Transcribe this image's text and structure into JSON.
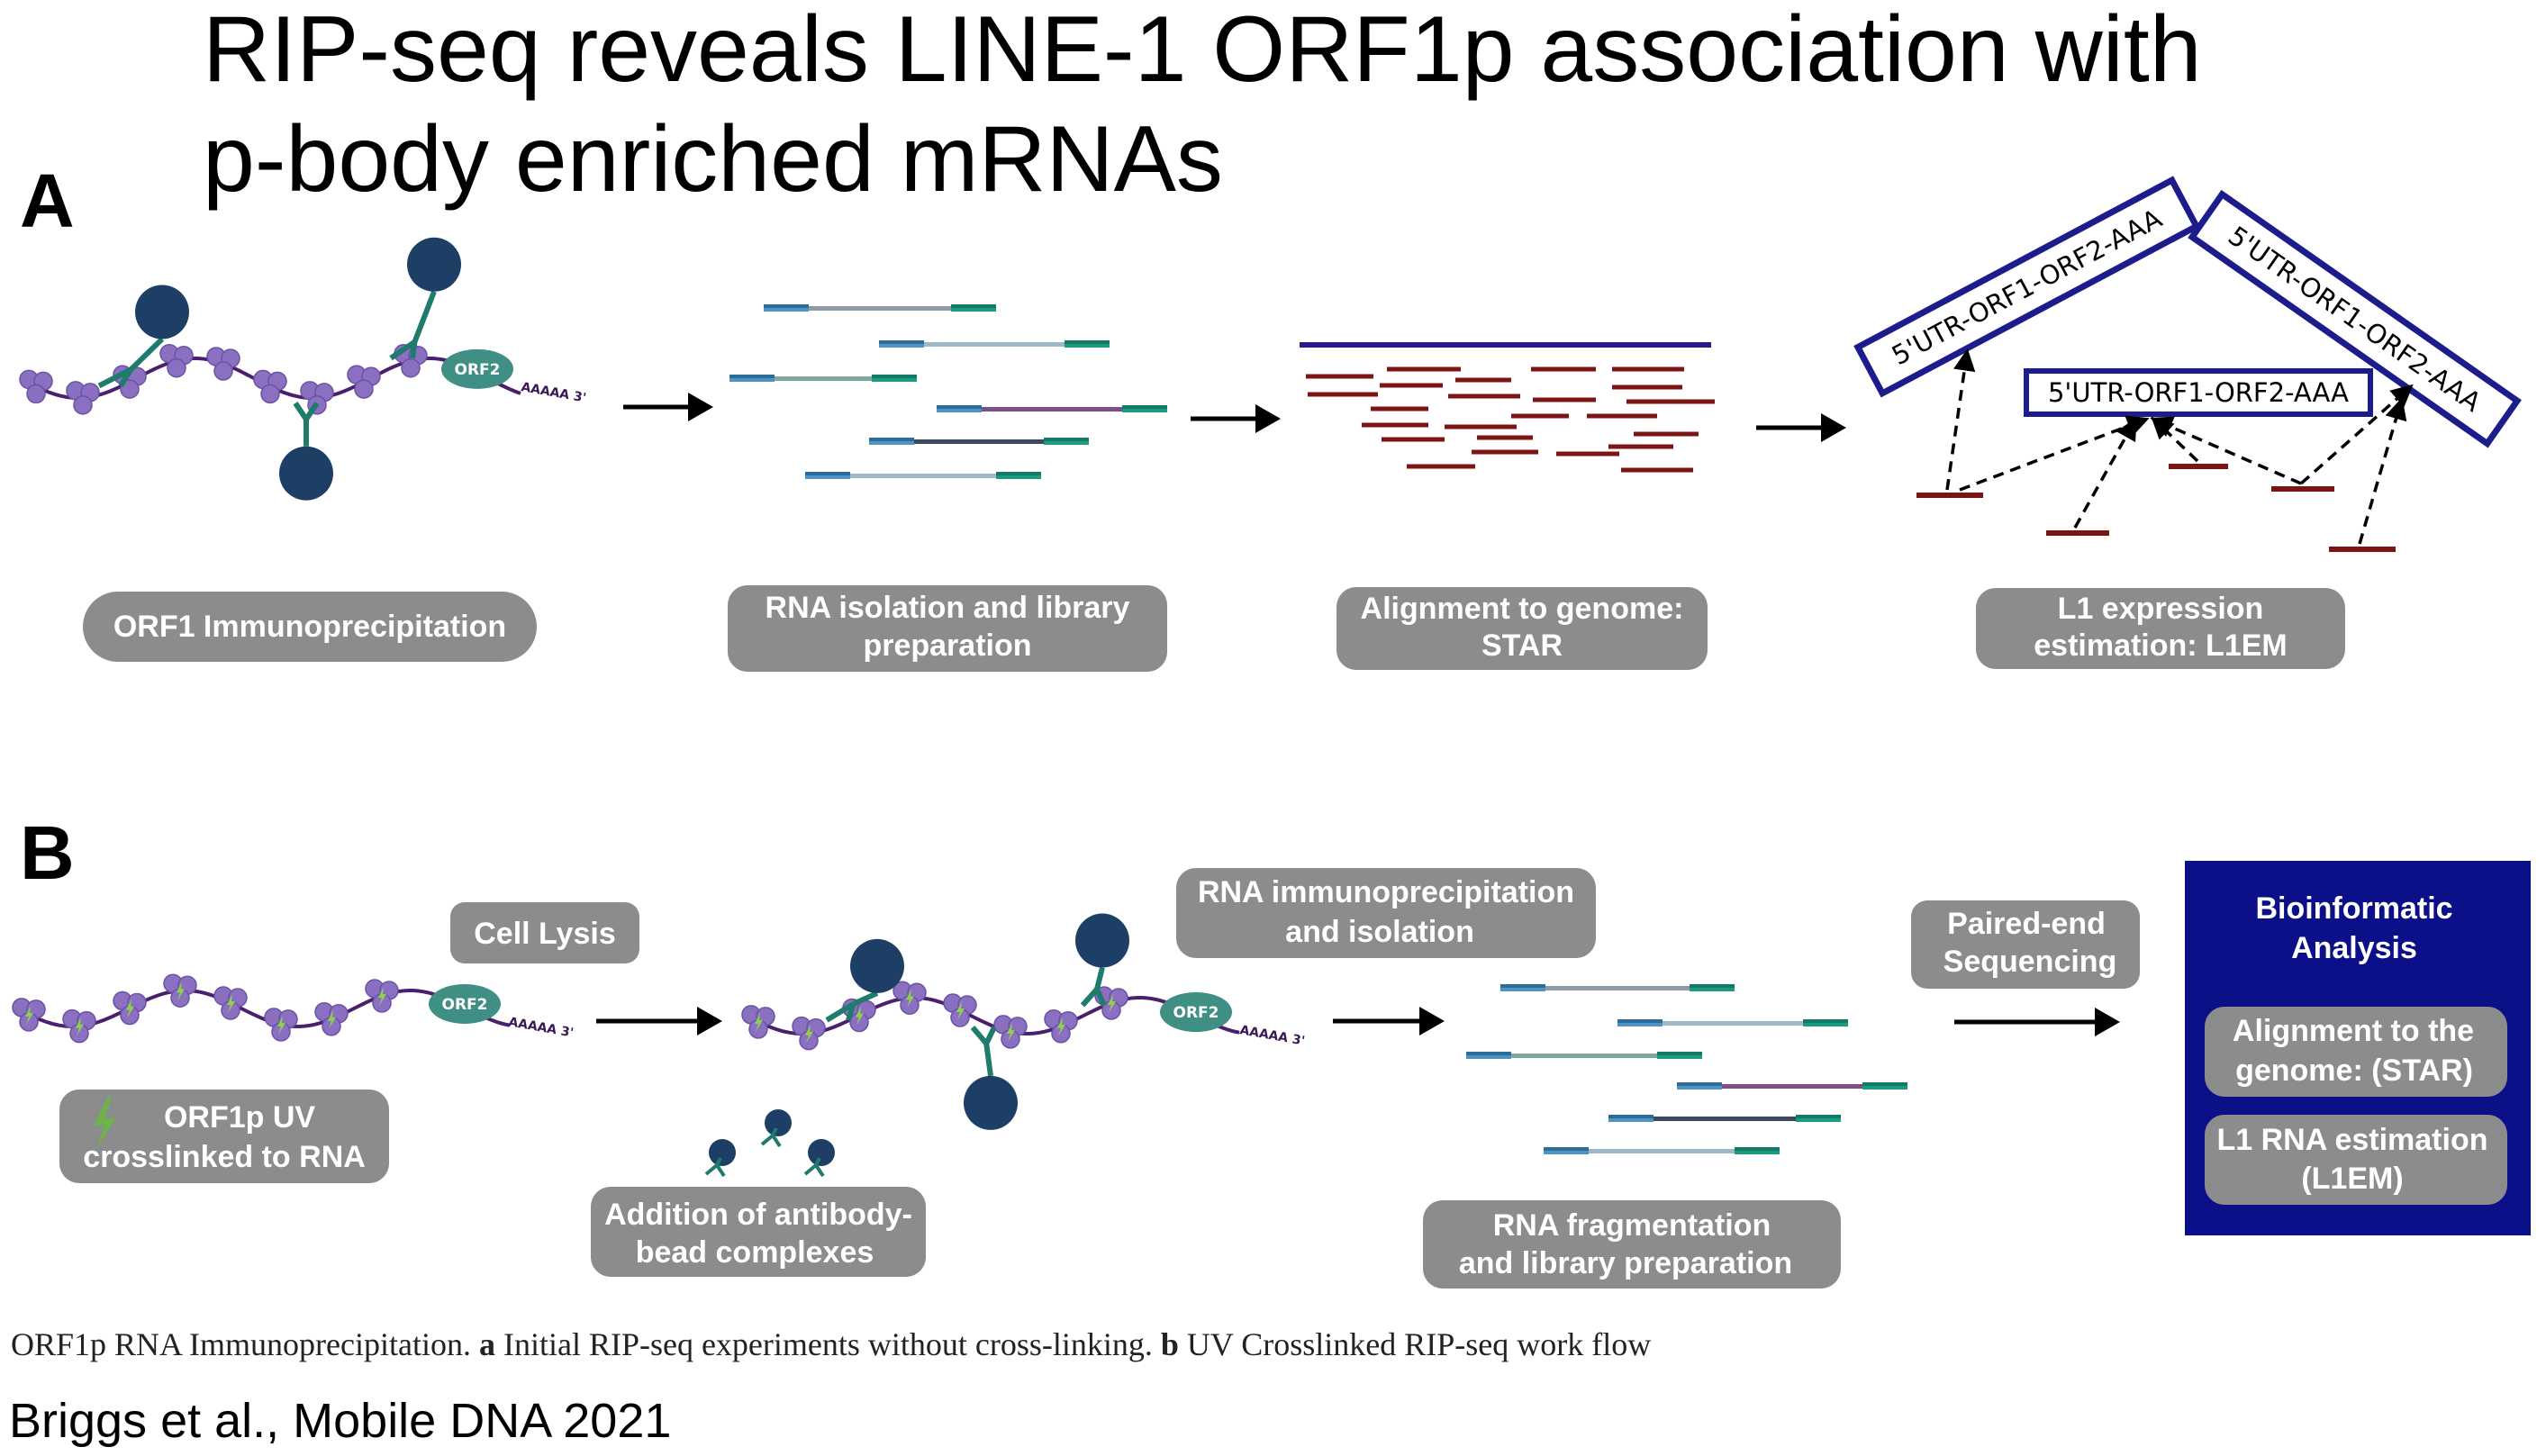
{
  "title": {
    "line1": "RIP-seq reveals LINE-1 ORF1p association with",
    "line2": "p-body enriched mRNAs"
  },
  "panel_a": {
    "letter": "A",
    "steps": [
      {
        "line1": "ORF1 Immunoprecipitation",
        "line2": ""
      },
      {
        "line1": "RNA isolation and library",
        "line2": "preparation"
      },
      {
        "line1": "Alignment to genome:",
        "line2": "STAR"
      },
      {
        "line1": "L1 expression",
        "line2": "estimation: L1EM"
      }
    ],
    "orf2_label": "ORF2",
    "polya_label": "AAAAA 3'",
    "transcript_boxes": [
      "5'UTR-ORF1-ORF2-AAA",
      "5'UTR-ORF1-ORF2-AAA",
      "5'UTR-ORF1-ORF2-AAA"
    ]
  },
  "panel_b": {
    "letter": "B",
    "cell_lysis": "Cell Lysis",
    "crosslink": {
      "line1": "ORF1p UV",
      "line2": "crosslinked to RNA"
    },
    "antibody": {
      "line1": "Addition of antibody-",
      "line2": "bead complexes"
    },
    "rip": {
      "line1": "RNA immunoprecipitation",
      "line2": "and isolation"
    },
    "fragmentation": {
      "line1": "RNA fragmentation",
      "line2": "and library preparation"
    },
    "sequencing": {
      "line1": "Paired-end",
      "line2": "Sequencing"
    },
    "orf2_label": "ORF2",
    "polya_label": "AAAAA 3'",
    "bioinformatic": {
      "title_line1": "Bioinformatic",
      "title_line2": "Analysis",
      "item1_line1": "Alignment to the",
      "item1_line2": "genome: (STAR)",
      "item2_line1": "L1 RNA estimation",
      "item2_line2": "(L1EM)"
    }
  },
  "caption": {
    "text1": "ORF1p RNA Immunoprecipitation.",
    "bold_a": "a",
    "text2": "Initial RIP-seq experiments without cross-linking.",
    "bold_b": "b",
    "text3": "UV Crosslinked RIP-seq work flow"
  },
  "credit": "Briggs et al., Mobile DNA 2021",
  "colors": {
    "pill": "#8c8c8c",
    "bead": "#1d3f66",
    "antibody": "#1f7b6c",
    "orf1": "#8b70c1",
    "rna": "#4a1f6e",
    "orf2": "#3f8f84",
    "read_blue": "#2d6c9a",
    "read_green": "#137a65",
    "read_light": "#9fb8c8",
    "genome_line": "#2b1a8f",
    "aligned_read": "#7d1414",
    "bioinformatic_bg": "#0b1088",
    "box_border": "#1c1c8c"
  }
}
